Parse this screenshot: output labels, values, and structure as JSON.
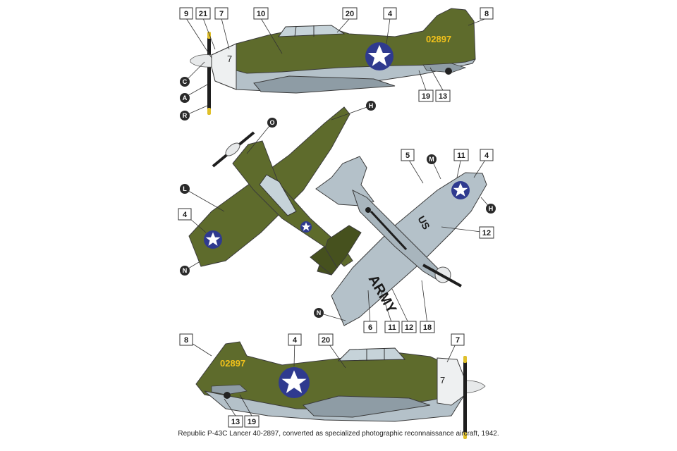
{
  "caption": "Republic P-43C Lancer 40-2897, converted as specialized photographic reconnaissance aircraft, 1942.",
  "serial": "02897",
  "fin_number": "7",
  "underwing_left": "ARMY",
  "underwing_right": "US",
  "colors": {
    "olive_drab": "#5e6b2c",
    "olive_dark": "#46511e",
    "neutral_gray": "#b4c1c9",
    "gray_dark": "#8e9ca5",
    "insignia_blue": "#2f3a8f",
    "serial_yellow": "#f2c21b",
    "spinner": "#e7e9ea"
  },
  "callouts": {
    "top": [
      {
        "id": "t9",
        "label": "9"
      },
      {
        "id": "t21",
        "label": "21"
      },
      {
        "id": "t7",
        "label": "7"
      },
      {
        "id": "t10",
        "label": "10"
      },
      {
        "id": "t20",
        "label": "20"
      },
      {
        "id": "t4",
        "label": "4"
      },
      {
        "id": "t8",
        "label": "8"
      },
      {
        "id": "t19",
        "label": "19"
      },
      {
        "id": "t13",
        "label": "13"
      }
    ],
    "top_letters": [
      {
        "id": "tC",
        "label": "C"
      },
      {
        "id": "tA",
        "label": "A"
      },
      {
        "id": "tR",
        "label": "R"
      }
    ],
    "upper": [
      {
        "id": "uO",
        "label": "O"
      },
      {
        "id": "uH",
        "label": "H"
      },
      {
        "id": "uL",
        "label": "L"
      },
      {
        "id": "uN",
        "label": "N"
      }
    ],
    "upper_nums": [
      {
        "id": "u4",
        "label": "4"
      }
    ],
    "lower_nums": [
      {
        "id": "l5",
        "label": "5"
      },
      {
        "id": "l11",
        "label": "11"
      },
      {
        "id": "l4",
        "label": "4"
      },
      {
        "id": "l12a",
        "label": "12"
      },
      {
        "id": "l6",
        "label": "6"
      },
      {
        "id": "l11b",
        "label": "11"
      },
      {
        "id": "l12b",
        "label": "12"
      },
      {
        "id": "l18",
        "label": "18"
      }
    ],
    "lower_letters": [
      {
        "id": "lM",
        "label": "M"
      },
      {
        "id": "lH",
        "label": "H"
      },
      {
        "id": "lN",
        "label": "N"
      }
    ],
    "bottom": [
      {
        "id": "b8",
        "label": "8"
      },
      {
        "id": "b4",
        "label": "4"
      },
      {
        "id": "b20",
        "label": "20"
      },
      {
        "id": "b7",
        "label": "7"
      },
      {
        "id": "b13",
        "label": "13"
      },
      {
        "id": "b19",
        "label": "19"
      }
    ]
  }
}
